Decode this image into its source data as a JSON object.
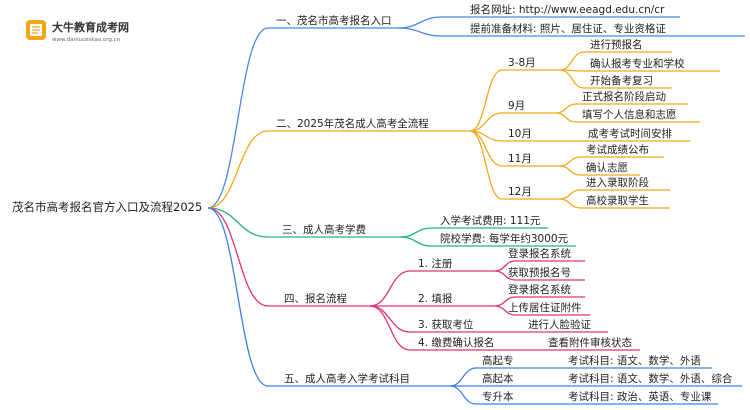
{
  "logo": {
    "title": "大牛教育成考网",
    "url": "www.daniuceskao.org.cn"
  },
  "root": "茂名市高考报名官方入口及流程2025",
  "colors": {
    "entry": "#4a86e8",
    "process": "#f1a91a",
    "fee": "#27b37a",
    "steps": "#e1337a",
    "subjects": "#3d7ff0"
  },
  "sections": {
    "entry": {
      "label": "一、茂名市高考报名入口",
      "items": [
        "报名网址: http://www.eeagd.edu.cn/cr",
        "提前准备材料: 照片、居住证、专业资格证"
      ]
    },
    "process": {
      "label": "二、2025年茂名成人高考全流程",
      "groups": [
        {
          "label": "3-8月",
          "items": [
            "进行预报名",
            "确认报考专业和学校",
            "开始备考复习"
          ]
        },
        {
          "label": "9月",
          "items": [
            "正式报名阶段启动",
            "填写个人信息和志愿"
          ]
        },
        {
          "label": "10月",
          "items": [
            "成考考试时间安排"
          ]
        },
        {
          "label": "11月",
          "items": [
            "考试成绩公布",
            "确认志愿"
          ]
        },
        {
          "label": "12月",
          "items": [
            "进入录取阶段",
            "高校录取学生"
          ]
        }
      ]
    },
    "fee": {
      "label": "三、成人高考学费",
      "items": [
        "入学考试费用: 111元",
        "院校学费: 每学年约3000元"
      ]
    },
    "steps": {
      "label": "四、报名流程",
      "groups": [
        {
          "label": "1. 注册",
          "items": [
            "登录报名系统",
            "获取预报名号"
          ]
        },
        {
          "label": "2. 填报",
          "items": [
            "登录报名系统",
            "上传居住证附件"
          ]
        },
        {
          "label": "3. 获取考位",
          "items": [
            "进行人脸验证"
          ]
        },
        {
          "label": "4. 缴费确认报名",
          "items": [
            "查看附件审核状态"
          ]
        }
      ]
    },
    "subjects": {
      "label": "五、成人高考入学考试科目",
      "groups": [
        {
          "label": "高起专",
          "items": [
            "考试科目: 语文、数学、外语"
          ]
        },
        {
          "label": "高起本",
          "items": [
            "考试科目: 语文、数学、外语、综合"
          ]
        },
        {
          "label": "专升本",
          "items": [
            "考试科目: 政治、英语、专业课"
          ]
        }
      ]
    }
  }
}
